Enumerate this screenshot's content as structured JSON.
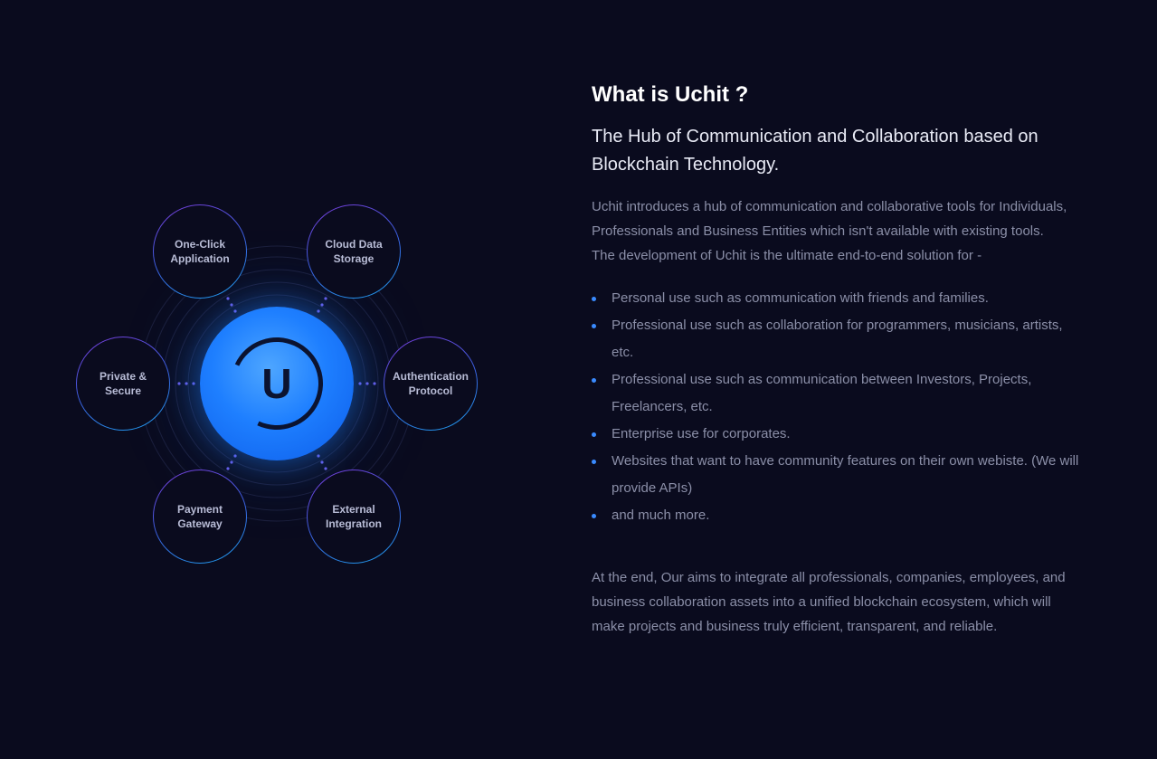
{
  "diagram": {
    "hub_letter": "U",
    "nodes": [
      {
        "label": "One-Click Application"
      },
      {
        "label": "Cloud Data Storage"
      },
      {
        "label": "Private & Secure"
      },
      {
        "label": "Authentication Protocol"
      },
      {
        "label": "Payment Gateway"
      },
      {
        "label": "External Integration"
      }
    ]
  },
  "section": {
    "title": "What is Uchit ?",
    "subtitle": "The Hub of Communication and Collaboration based on Blockchain Technology.",
    "intro_1": "Uchit introduces a hub of communication and collaborative tools for Individuals, Professionals and Business Entities which isn't available with existing tools.",
    "intro_2": "The development of Uchit is the ultimate end-to-end solution for -",
    "features": [
      "Personal use such as communication with friends and families.",
      "Professional use such as collaboration for programmers, musicians, artists, etc.",
      "Professional use such as communication between Investors, Projects, Freelancers, etc.",
      "Enterprise use for corporates.",
      "Websites that want to have community features on their own webiste. (We will provide APIs)",
      "and much more."
    ],
    "outro": "At the end, Our aims to integrate all professionals, companies, employees, and business collaboration assets into a unified blockchain ecosystem, which will make projects and business truly efficient, transparent, and reliable."
  },
  "colors": {
    "background": "#0a0b1e",
    "accent": "#1e7fff",
    "bullet": "#3a8bff",
    "body_text": "#8b8fa8"
  }
}
